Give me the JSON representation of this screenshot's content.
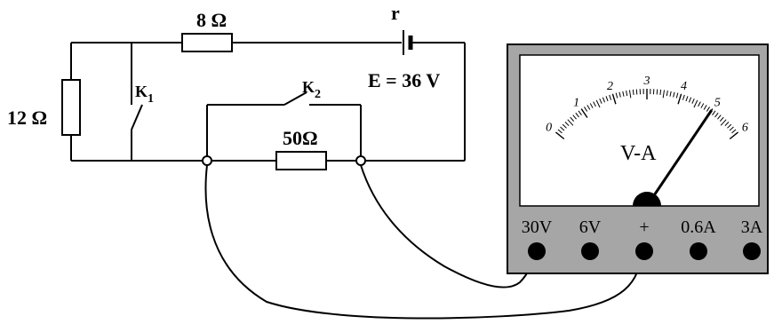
{
  "circuit": {
    "resistor_8": "8 Ω",
    "resistor_12": "12 Ω",
    "resistor_50": "50Ω",
    "battery_r": "r",
    "emf": "E = 36 V",
    "switch_k1_main": "K",
    "switch_k1_sub": "1",
    "switch_k2_main": "K",
    "switch_k2_sub": "2"
  },
  "meter": {
    "label": "V-A",
    "scale": [
      "0",
      "1",
      "2",
      "3",
      "4",
      "5",
      "6"
    ],
    "needle_reading": 5.0,
    "terminals": [
      "30V",
      "6V",
      "+",
      "0.6A",
      "3A"
    ],
    "case_color": "#a6a6a6",
    "face_color": "#ffffff"
  }
}
